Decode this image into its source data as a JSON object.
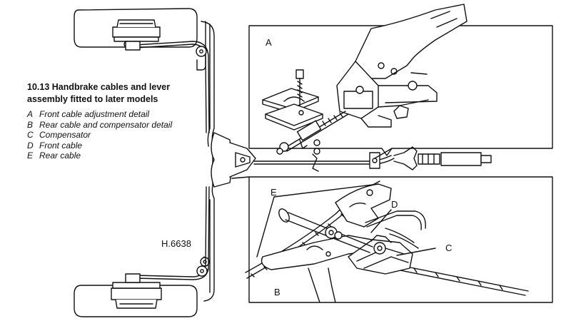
{
  "caption": {
    "title_line1": "10.13  Handbrake cables and lever",
    "title_line2": "assembly fitted to later models"
  },
  "key": [
    {
      "letter": "A",
      "text": "Front cable adjustment detail"
    },
    {
      "letter": "B",
      "text": "Rear cable and compensator detail"
    },
    {
      "letter": "C",
      "text": "Compensator"
    },
    {
      "letter": "D",
      "text": "Front cable"
    },
    {
      "letter": "E",
      "text": "Rear cable"
    }
  ],
  "figure_code": "H.6638",
  "inset_labels": {
    "top_panel": "A",
    "bottom_panel": "B",
    "callout_c": "C",
    "callout_d": "D",
    "callout_e": "E"
  },
  "line_color": "#111111"
}
